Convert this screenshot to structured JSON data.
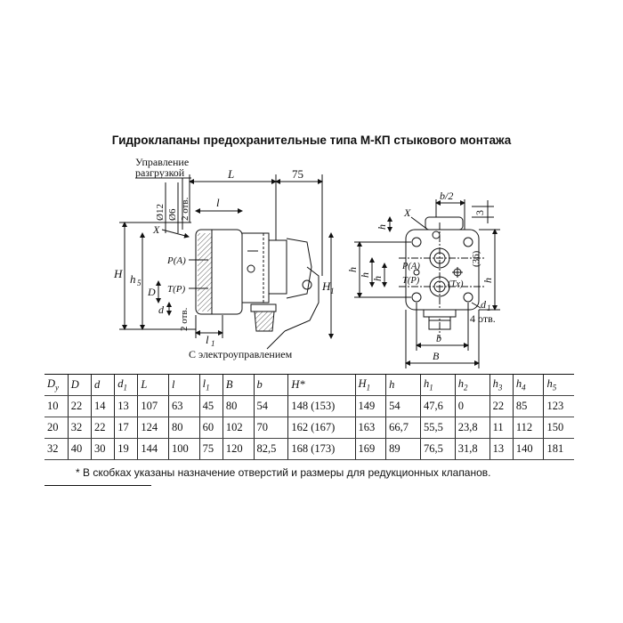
{
  "title": "Гидроклапаны предохранительные типа М-КП стыкового монтажа",
  "drawing": {
    "side_view": {
      "label_control": "Управление",
      "label_unloading": "разгрузкой",
      "dim_L": "L",
      "dim_75": "75",
      "dim_l": "l",
      "dim_phi12": "Ø12",
      "dim_phi6": "Ø6",
      "dim_2holes_top": "2 отв.",
      "dim_2holes_bottom": "2 отв.",
      "dim_H": "H",
      "dim_h5": "h",
      "dim_H1": "H",
      "dim_X": "X",
      "dim_PA": "P(A)",
      "dim_TP": "T(P)",
      "dim_D": "D",
      "dim_d": "d",
      "dim_l1": "l",
      "caption_electro": "С электроуправлением"
    },
    "front_view": {
      "dim_b2": "b/2",
      "dim_3": "3",
      "dim_X": "X",
      "dim_h2": "h",
      "dim_h": "h",
      "dim_h1": "h",
      "dim_h3": "h",
      "dim_PA": "P(A)",
      "dim_TP": "T(P)",
      "dim_TX": "(Tx)",
      "dim_36": "(36)",
      "dim_h4": "h",
      "dim_d1": "d",
      "dim_4holes": "4 отв.",
      "dim_b": "b",
      "dim_B": "B"
    }
  },
  "table": {
    "headers": [
      "D",
      "D",
      "d",
      "d",
      "L",
      "l",
      "l",
      "B",
      "b",
      "H*",
      "H",
      "h",
      "h",
      "h",
      "h",
      "h",
      "h"
    ],
    "header_subs": [
      "у",
      "",
      "",
      "1",
      "",
      "",
      "1",
      "",
      "",
      "",
      "1",
      "",
      "1",
      "2",
      "3",
      "4",
      "5"
    ],
    "rows": [
      [
        "10",
        "22",
        "14",
        "13",
        "107",
        "63",
        "45",
        "80",
        "54",
        "148 (153)",
        "149",
        "54",
        "47,6",
        "0",
        "22",
        "85",
        "123"
      ],
      [
        "20",
        "32",
        "22",
        "17",
        "124",
        "80",
        "60",
        "102",
        "70",
        "162 (167)",
        "163",
        "66,7",
        "55,5",
        "23,8",
        "11",
        "112",
        "150"
      ],
      [
        "32",
        "40",
        "30",
        "19",
        "144",
        "100",
        "75",
        "120",
        "82,5",
        "168 (173)",
        "169",
        "89",
        "76,5",
        "31,8",
        "13",
        "140",
        "181"
      ]
    ]
  },
  "footnote": "* В скобках указаны назначение отверстий и размеры для редукционных клапанов."
}
